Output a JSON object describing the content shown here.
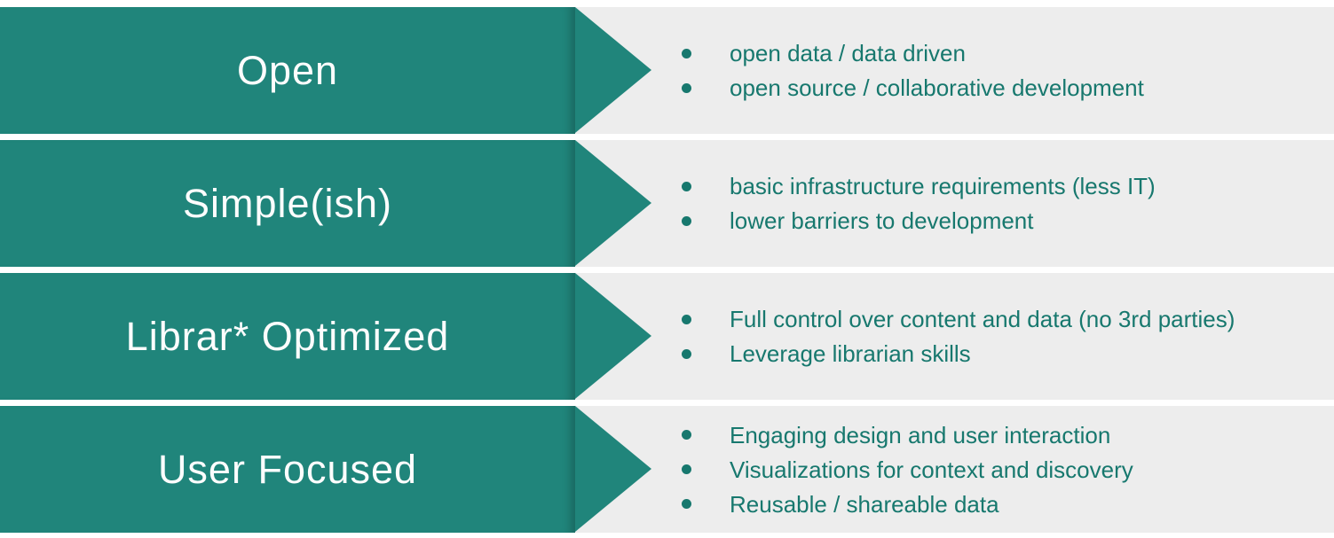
{
  "theme": {
    "teal": "#20857B",
    "teal_edge": "#16655E",
    "row_bg": "#EDEDED",
    "bullet_text": "#17786E",
    "label_text": "#FDFDFD",
    "page_bg": "#FFFFFF"
  },
  "rows": [
    {
      "label": "Open",
      "bullets": [
        "open data / data driven",
        "open source / collaborative development"
      ]
    },
    {
      "label": "Simple(ish)",
      "bullets": [
        "basic infrastructure requirements (less IT)",
        "lower barriers to development"
      ]
    },
    {
      "label": "Librar* Optimized",
      "bullets": [
        "Full control over content and data (no 3rd parties)",
        "Leverage librarian skills"
      ]
    },
    {
      "label": "User Focused",
      "bullets": [
        "Engaging design and user interaction",
        "Visualizations for context and discovery",
        "Reusable / shareable data"
      ]
    }
  ]
}
